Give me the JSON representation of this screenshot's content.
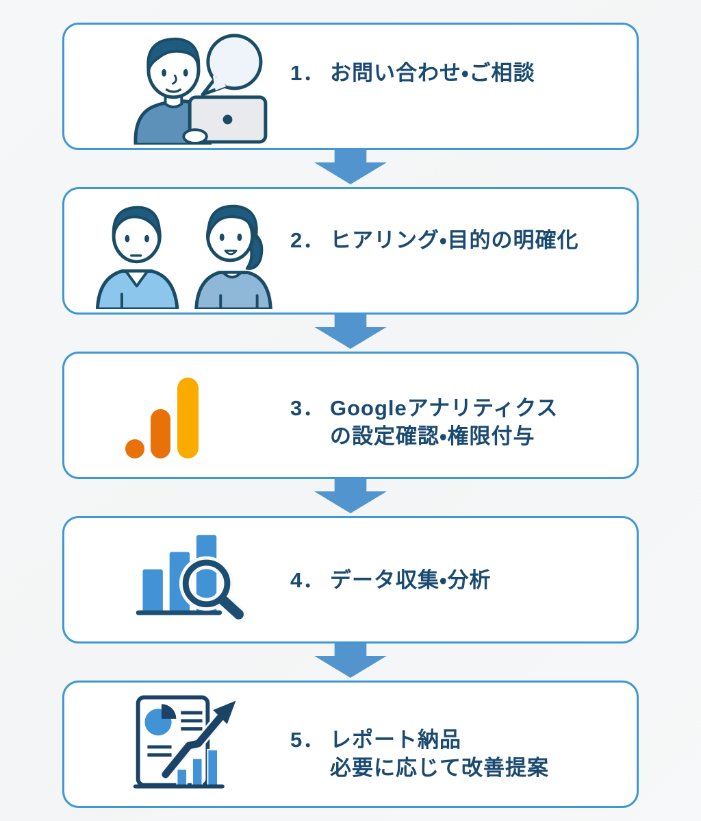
{
  "flow": {
    "steps": [
      {
        "number": "1．",
        "line1": "お問い合わせ・ご相談",
        "line2": "",
        "icon": "person-laptop-illustration"
      },
      {
        "number": "2．",
        "line1": "ヒアリング・目的の明確化",
        "line2": "",
        "icon": "two-people-illustration"
      },
      {
        "number": "3．",
        "line1": "Googleアナリティクス",
        "line2": "の設定確認・権限付与",
        "icon": "google-analytics-icon"
      },
      {
        "number": "4．",
        "line1": "データ収集・分析",
        "line2": "",
        "icon": "bar-chart-magnifier-icon"
      },
      {
        "number": "5．",
        "line1": "レポート納品",
        "line2": "必要に応じて改善提案",
        "icon": "report-chart-icon"
      }
    ],
    "colors": {
      "background": "#f5f6f7",
      "box_fill": "#ffffff",
      "box_border": "#3f97d3",
      "arrow": "#5295ce",
      "text": "#1b4a70",
      "icon_navy": "#1b4365",
      "chart_blue": "#4193d6",
      "ga_amber": "#f9ab00",
      "ga_orange": "#e8710a",
      "shirt_blue": "#5d91b9",
      "shirt_light_blue": "#8cc6ec",
      "shirt_gray_blue": "#8fb8d8",
      "hair_teal": "#1e5b7e"
    }
  }
}
